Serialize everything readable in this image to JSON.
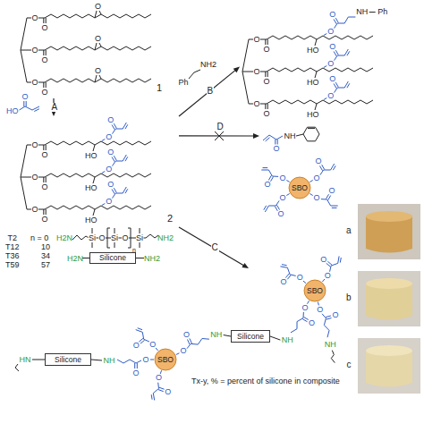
{
  "diagram": {
    "nodes": [
      {
        "text": [
          "1"
        ]
      },
      {
        "text": [
          "2"
        ]
      },
      {
        "text": [
          "NH",
          "Ph"
        ]
      },
      {
        "text": [
          "NH"
        ]
      },
      {
        "text": [
          "SBO"
        ]
      },
      {
        "text": [
          "Silicone"
        ]
      },
      {
        "text": [
          "Tx-y, % = percent of silicone in composite"
        ]
      },
      {
        "text": [
          "SBO"
        ],
        "in": 6
      },
      {
        "text": [
          "Silicone"
        ],
        "in": 6
      },
      {
        "text": [
          "Silicone"
        ],
        "in": 6
      },
      {
        "text": [
          "SBO"
        ],
        "in": 6
      }
    ],
    "edges": [
      {
        "from": 0,
        "to": 1,
        "label": "A",
        "arrow": "to"
      },
      {
        "from": 1,
        "to": 2,
        "label": "B",
        "arrow": "to"
      },
      {
        "from": 1,
        "to": 3,
        "label": "D",
        "arrow": "to"
      },
      {
        "from": 1,
        "to": 6,
        "label": "C",
        "arrow": "to"
      }
    ],
    "labels": [
      "O",
      "O",
      "O",
      "O",
      "O",
      "O",
      "O",
      "O",
      "O",
      "HO",
      "O",
      "O",
      "O",
      "HO",
      "O",
      "O",
      "O",
      "O",
      "HO",
      "O",
      "O",
      "O",
      "O",
      "HO",
      "O",
      "O",
      "Ph",
      "NH2",
      "O",
      "O",
      "HO",
      "O",
      "O",
      "O",
      "O",
      "HO",
      "O",
      "O",
      "O",
      "O",
      "HO",
      "O",
      "O",
      "O",
      "O",
      "O",
      "O",
      "O",
      "O",
      "O",
      "O",
      "O",
      "T2",
      "n = 0",
      "T12",
      "10",
      "T36",
      "34",
      "T59",
      "57",
      "H2N",
      "Si",
      "O",
      "Si",
      "O",
      "Si",
      "n",
      "NH2",
      "H2N",
      "NH2",
      "O",
      "O",
      "O",
      "O",
      "O",
      "O",
      "NH",
      "O",
      "O",
      "NH",
      "O",
      "O",
      "O",
      "O",
      "NH",
      "O",
      "O",
      "NH",
      "O",
      "O",
      "HN",
      "a",
      "b",
      "c"
    ]
  }
}
